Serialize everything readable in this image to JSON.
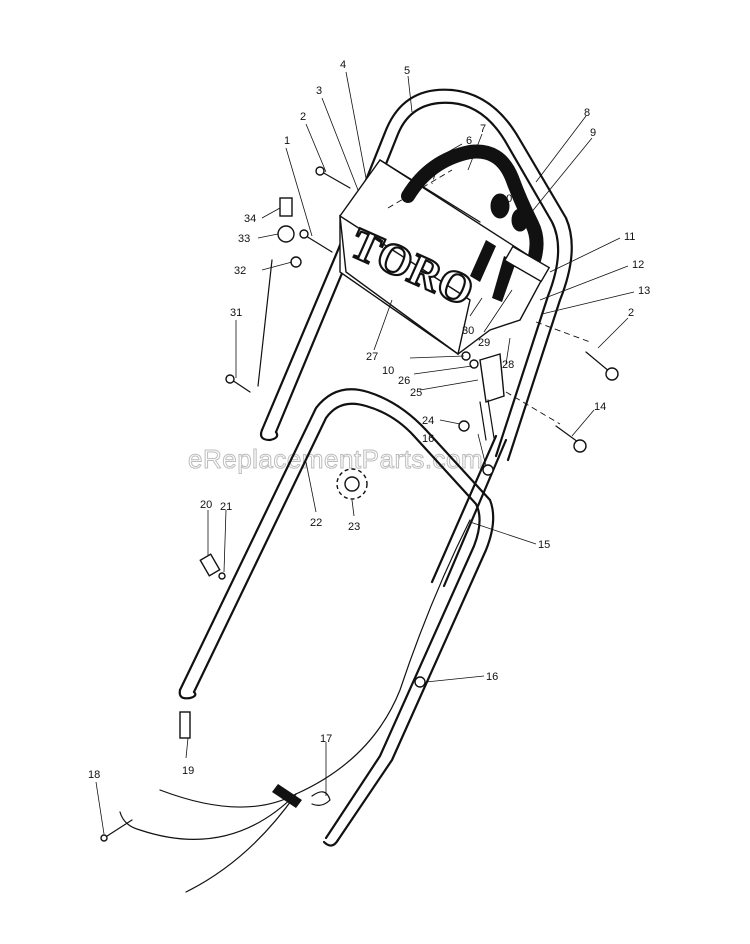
{
  "watermark": "eReplacementParts.com",
  "brand_logo": "TORO",
  "callouts": [
    {
      "id": "c1",
      "text": "1"
    },
    {
      "id": "c2a",
      "text": "2"
    },
    {
      "id": "c2b",
      "text": "2"
    },
    {
      "id": "c3",
      "text": "3"
    },
    {
      "id": "c4",
      "text": "4"
    },
    {
      "id": "c5",
      "text": "5"
    },
    {
      "id": "c6",
      "text": "6"
    },
    {
      "id": "c7",
      "text": "7"
    },
    {
      "id": "c8",
      "text": "8"
    },
    {
      "id": "c9",
      "text": "9"
    },
    {
      "id": "c10a",
      "text": "10"
    },
    {
      "id": "c10b",
      "text": "10"
    },
    {
      "id": "c11",
      "text": "11"
    },
    {
      "id": "c12",
      "text": "12"
    },
    {
      "id": "c13",
      "text": "13"
    },
    {
      "id": "c14",
      "text": "14"
    },
    {
      "id": "c15",
      "text": "15"
    },
    {
      "id": "c16a",
      "text": "16"
    },
    {
      "id": "c16b",
      "text": "16"
    },
    {
      "id": "c17",
      "text": "17"
    },
    {
      "id": "c18",
      "text": "18"
    },
    {
      "id": "c19",
      "text": "19"
    },
    {
      "id": "c20",
      "text": "20"
    },
    {
      "id": "c21",
      "text": "21"
    },
    {
      "id": "c22",
      "text": "22"
    },
    {
      "id": "c23",
      "text": "23"
    },
    {
      "id": "c24",
      "text": "24"
    },
    {
      "id": "c25",
      "text": "25"
    },
    {
      "id": "c26",
      "text": "26"
    },
    {
      "id": "c27",
      "text": "27"
    },
    {
      "id": "c28",
      "text": "28"
    },
    {
      "id": "c29",
      "text": "29"
    },
    {
      "id": "c30",
      "text": "30"
    },
    {
      "id": "c31",
      "text": "31"
    },
    {
      "id": "c32",
      "text": "32"
    },
    {
      "id": "c33",
      "text": "33"
    },
    {
      "id": "c34",
      "text": "34"
    }
  ]
}
